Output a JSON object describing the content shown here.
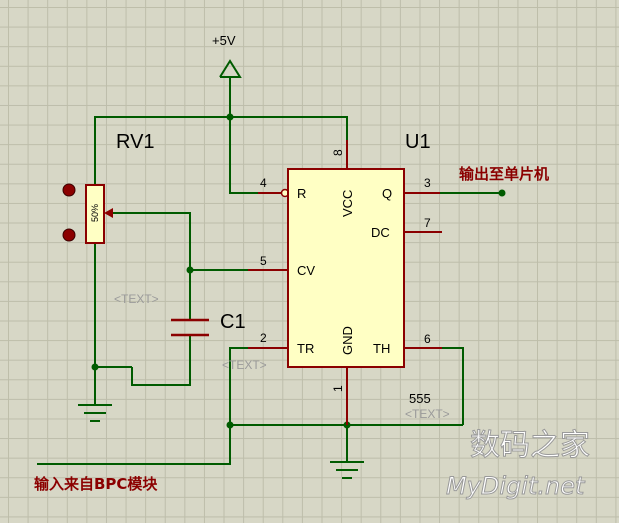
{
  "power": {
    "label": "+5V"
  },
  "pot": {
    "ref": "RV1",
    "value": "50%"
  },
  "cap": {
    "ref": "C1",
    "text_placeholder": "<TEXT>"
  },
  "ic": {
    "ref": "U1",
    "part": "555",
    "text_placeholder": "<TEXT>",
    "pins": {
      "r": {
        "num": "4",
        "name": "R"
      },
      "cv": {
        "num": "5",
        "name": "CV"
      },
      "tr": {
        "num": "2",
        "name": "TR"
      },
      "vcc": {
        "num": "8",
        "name": "VCC"
      },
      "gnd": {
        "num": "1",
        "name": "GND"
      },
      "q": {
        "num": "3",
        "name": "Q"
      },
      "dc": {
        "num": "7",
        "name": "DC"
      },
      "th": {
        "num": "6",
        "name": "TH"
      }
    }
  },
  "labels": {
    "output": "输出至单片机",
    "input": "输入来自BPC模块",
    "tr_text": "<TEXT>"
  },
  "watermark": {
    "line1": "数码之家",
    "line2": "MyDigit.net"
  },
  "colors": {
    "wire": "#005b00",
    "component": "#8b0000",
    "ic_fill": "#ffffc4",
    "grid": "#bdbdaa"
  }
}
